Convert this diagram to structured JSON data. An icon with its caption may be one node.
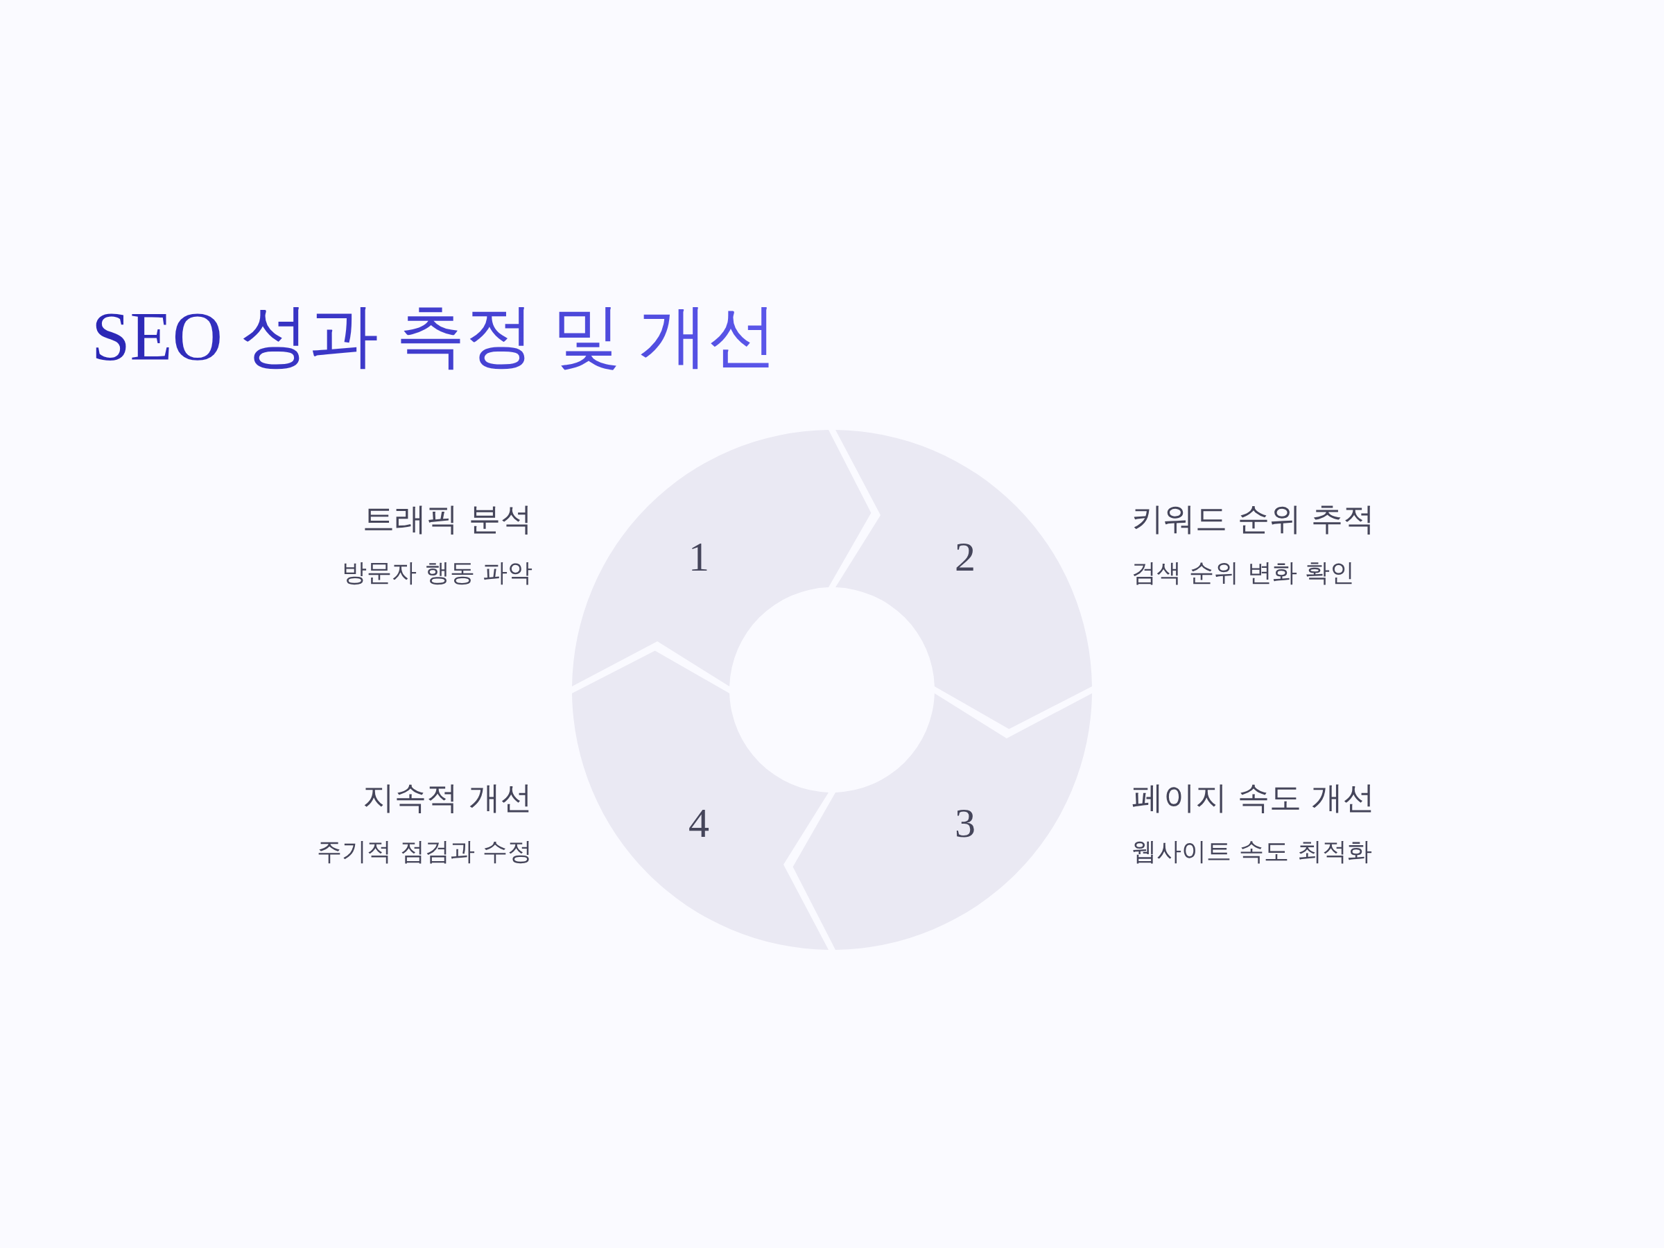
{
  "diagram": {
    "title": "SEO 성과 측정 및 개선",
    "nodes": [
      {
        "text": [
          "1"
        ],
        "beside": [
          "트래픽 분석",
          "방문자 행동 파악"
        ]
      },
      {
        "text": [
          "2"
        ],
        "beside": [
          "키워드 순위 추적",
          "검색 순위 변화 확인"
        ]
      },
      {
        "text": [
          "3"
        ],
        "beside": [
          "페이지 속도 개선",
          "웹사이트 속도 최적화"
        ]
      },
      {
        "text": [
          "4"
        ],
        "beside": [
          "지속적 개선",
          "주기적 점검과 수정"
        ]
      }
    ],
    "edges": []
  }
}
